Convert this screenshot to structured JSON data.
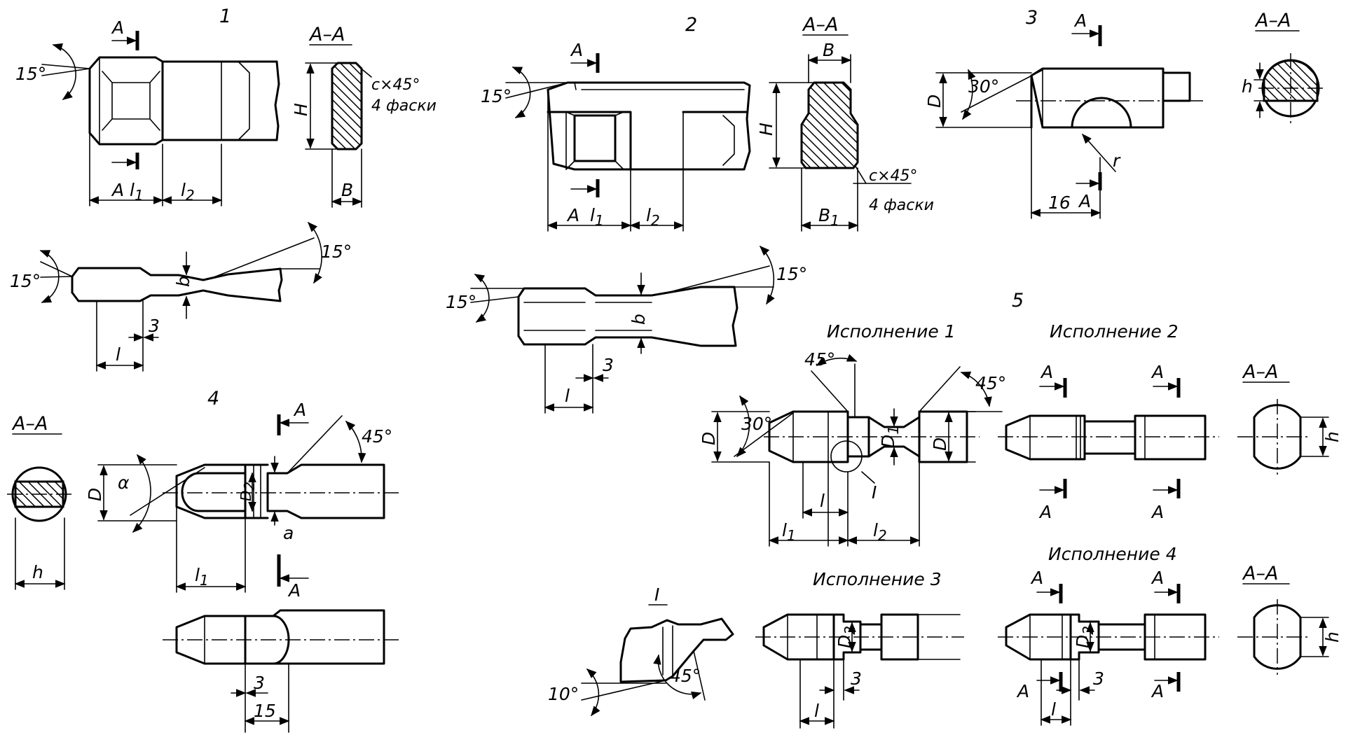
{
  "figures": {
    "f1": {
      "number": "1",
      "section_title": "А–А",
      "cut_label": "А",
      "dims": {
        "H": "H",
        "B": "B",
        "l1": "l",
        "l1_sub": "1",
        "l2": "l",
        "l2_sub": "2",
        "b": "b",
        "l": "l",
        "three": "3"
      },
      "angles": {
        "top": "15°",
        "bottom_left": "15°",
        "bottom_right": "15°"
      },
      "chamfer_note": "с×45°",
      "chamfer_count": "4 фаски"
    },
    "f2": {
      "number": "2",
      "section_title": "А–А",
      "cut_label": "А",
      "dims": {
        "H": "H",
        "B": "B",
        "B1": "B",
        "B1_sub": "1",
        "l1": "l",
        "l1_sub": "1",
        "l2": "l",
        "l2_sub": "2",
        "b": "b",
        "l": "l",
        "three": "3"
      },
      "angles": {
        "top": "15°",
        "bottom_left": "15°",
        "bottom_right": "15°"
      },
      "chamfer_note": "с×45°",
      "chamfer_count": "4 фаски"
    },
    "f3": {
      "number": "3",
      "section_title": "А–А",
      "cut_label": "А",
      "dims": {
        "D": "D",
        "h": "h",
        "r": "r",
        "sixteen": "16"
      },
      "angles": {
        "tip": "30°"
      }
    },
    "f4": {
      "number": "4",
      "section_title": "А–А",
      "cut_label": "А",
      "dims": {
        "D": "D",
        "D2": "D",
        "D2_sub": "2",
        "h": "h",
        "a": "a",
        "l1": "l",
        "l1_sub": "1",
        "three": "3",
        "fifteen": "15"
      },
      "angles": {
        "alpha": "α",
        "top": "45°"
      }
    },
    "f5": {
      "number": "5",
      "variants": [
        "Исполнение 1",
        "Исполнение 2",
        "Исполнение 3",
        "Исполнение 4"
      ],
      "section_title": "А–А",
      "cut_label": "А",
      "detail_label": "I",
      "dims": {
        "D": "D",
        "D1": "D",
        "D1_sub": "1",
        "D2": "D",
        "D2_sub": "2",
        "h": "h",
        "l": "l",
        "l1": "l",
        "l1_sub": "1",
        "l2": "l",
        "l2_sub": "2",
        "three": "3"
      },
      "angles": {
        "left": "45°",
        "right": "45°",
        "tip": "30°",
        "detail_a": "10°",
        "detail_b": "45°"
      }
    }
  }
}
